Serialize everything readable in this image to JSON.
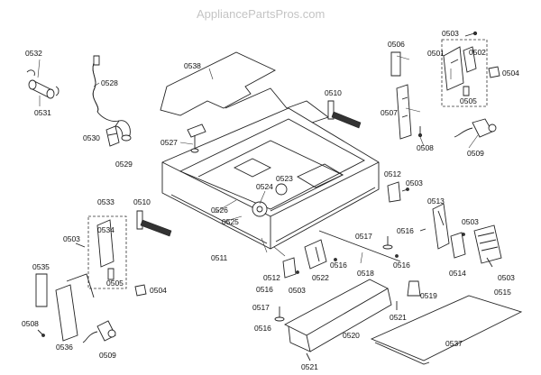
{
  "watermark": "AppliancePartsPros.com",
  "labels": {
    "l0532": "0532",
    "l0531": "0531",
    "l0528": "0528",
    "l0530": "0530",
    "l0529": "0529",
    "l0538": "0538",
    "l0527": "0527",
    "l0510a": "0510",
    "l0506": "0506",
    "l0501": "0501",
    "l0503a": "0503",
    "l0502": "0502",
    "l0504a": "0504",
    "l0505a": "0505",
    "l0507": "0507",
    "l0508a": "0508",
    "l0509a": "0509",
    "l0523": "0523",
    "l0524": "0524",
    "l0512a": "0512",
    "l0503b": "0503",
    "l0513": "0513",
    "l0533": "0533",
    "l0510b": "0510",
    "l0534": "0534",
    "l0526": "0526",
    "l0525": "0525",
    "l0503c": "0503",
    "l0511": "0511",
    "l0517a": "0517",
    "l0516a": "0516",
    "l0503d": "0503",
    "l0516b": "0516",
    "l0514": "0514",
    "l0515": "0515",
    "l0503e": "0503",
    "l0505b": "0505",
    "l0504b": "0504",
    "l0535": "0535",
    "l0512b": "0512",
    "l0516c": "0516",
    "l0522": "0522",
    "l0503f": "0503",
    "l0518": "0518",
    "l0516d": "0516",
    "l0519": "0519",
    "l0517b": "0517",
    "l0516e": "0516",
    "l0521a": "0521",
    "l0520": "0520",
    "l0508b": "0508",
    "l0536": "0536",
    "l0509b": "0509",
    "l0537": "0537",
    "l0521b": "0521"
  }
}
